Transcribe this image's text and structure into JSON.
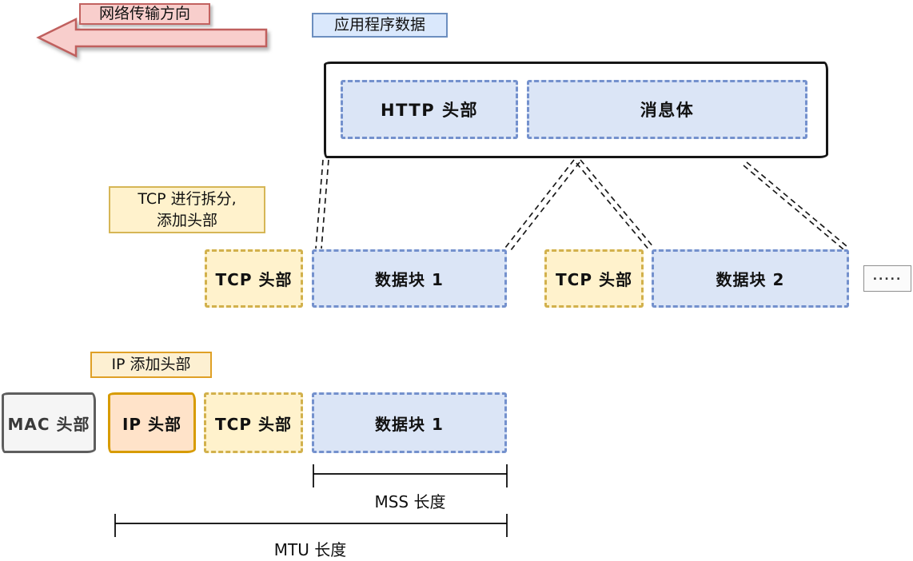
{
  "arrow": {
    "label": "网络传输方向"
  },
  "app_data": {
    "label": "应用程序数据",
    "http_header": "HTTP 头部",
    "message_body": "消息体"
  },
  "tcp_step": {
    "label_line1": "TCP 进行拆分,",
    "label_line2": "添加头部",
    "segments": [
      {
        "header": "TCP 头部",
        "block": "数据块 1"
      },
      {
        "header": "TCP 头部",
        "block": "数据块 2"
      }
    ],
    "ellipsis": "....."
  },
  "ip_step": {
    "label": "IP 添加头部",
    "mac_header": "MAC 头部",
    "ip_header": "IP 头部",
    "tcp_header": "TCP 头部",
    "block": "数据块 1"
  },
  "measures": {
    "mss": "MSS 长度",
    "mtu": "MTU 长度"
  },
  "colors": {
    "pink_fill": "#f8cecc",
    "pink_stroke": "#c26260",
    "blue_fill": "#dae8fc",
    "blue_stroke": "#6c8ebf",
    "block_blue_fill": "#dbe5f6",
    "block_blue_stroke": "#7491cd",
    "yellow_fill": "#fff2cc",
    "yellow_stroke": "#d6b656",
    "orange_fill": "#ffe3c9",
    "orange_stroke": "#d79b00",
    "gray_fill": "#f5f5f5",
    "gray_stroke": "#5e5e5e"
  }
}
